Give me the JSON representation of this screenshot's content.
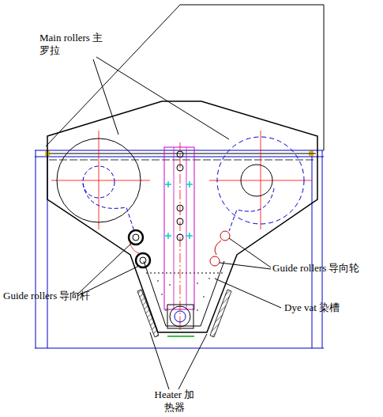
{
  "diagram": {
    "labels": [
      "Main rollers 主罗拉",
      "Guide rollers 导向杆",
      "Guide rollers 导向轮",
      "Dye vat 染槽",
      "Heater 加热器"
    ]
  }
}
